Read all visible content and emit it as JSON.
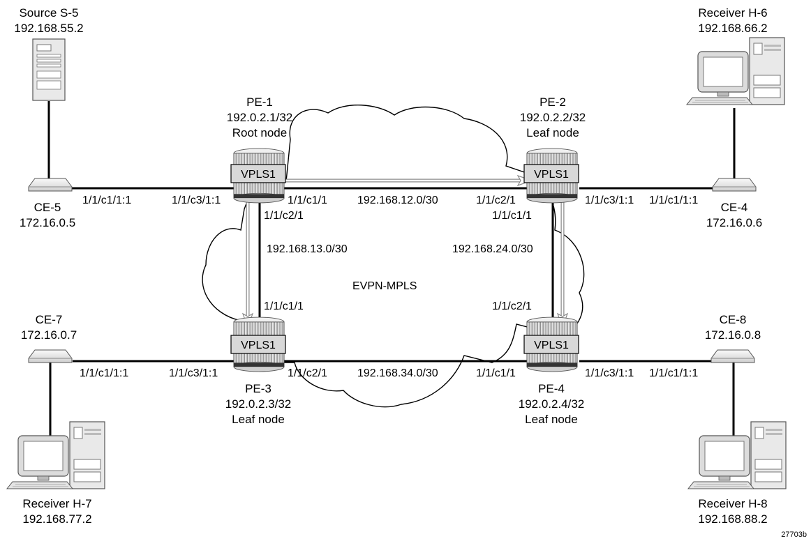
{
  "figure_id": "27703b",
  "cloud_label": "EVPN-MPLS",
  "nodes": {
    "source": {
      "line1": "Source S-5",
      "line2": "192.168.55.2",
      "icon": "server-icon"
    },
    "h6": {
      "line1": "Receiver H-6",
      "line2": "192.168.66.2",
      "icon": "workstation-icon"
    },
    "h7": {
      "line1": "Receiver H-7",
      "line2": "192.168.77.2",
      "icon": "workstation-icon"
    },
    "h8": {
      "line1": "Receiver H-8",
      "line2": "192.168.88.2",
      "icon": "workstation-icon"
    },
    "ce5": {
      "line1": "CE-5",
      "line2": "172.16.0.5",
      "icon": "switch-icon"
    },
    "ce4": {
      "line1": "CE-4",
      "line2": "172.16.0.6",
      "icon": "switch-icon"
    },
    "ce7": {
      "line1": "CE-7",
      "line2": "172.16.0.7",
      "icon": "switch-icon"
    },
    "ce8": {
      "line1": "CE-8",
      "line2": "172.16.0.8",
      "icon": "switch-icon"
    },
    "pe1": {
      "line1": "PE-1",
      "line2": "192.0.2.1/32",
      "line3": "Root node",
      "service": "VPLS1",
      "icon": "router-icon"
    },
    "pe2": {
      "line1": "PE-2",
      "line2": "192.0.2.2/32",
      "line3": "Leaf node",
      "service": "VPLS1",
      "icon": "router-icon"
    },
    "pe3": {
      "line1": "PE-3",
      "line2": "192.0.2.3/32",
      "line3": "Leaf node",
      "service": "VPLS1",
      "icon": "router-icon"
    },
    "pe4": {
      "line1": "PE-4",
      "line2": "192.0.2.4/32",
      "line3": "Leaf node",
      "service": "VPLS1",
      "icon": "router-icon"
    }
  },
  "ports": {
    "ce5_pe1_ce": "1/1/c1/1:1",
    "ce5_pe1_pe": "1/1/c3/1:1",
    "pe1_pe2_a": "1/1/c1/1",
    "pe1_pe2_b": "1/1/c2/1",
    "pe2_ce4_pe": "1/1/c3/1:1",
    "pe2_ce4_ce": "1/1/c1/1:1",
    "pe1_pe3_a": "1/1/c2/1",
    "pe1_pe3_b": "1/1/c1/1",
    "pe2_pe4_a": "1/1/c1/1",
    "pe2_pe4_b": "1/1/c2/1",
    "ce7_pe3_ce": "1/1/c1/1:1",
    "ce7_pe3_pe": "1/1/c3/1:1",
    "pe3_pe4_a": "1/1/c2/1",
    "pe3_pe4_b": "1/1/c1/1",
    "pe4_ce8_pe": "1/1/c3/1:1",
    "pe4_ce8_ce": "1/1/c1/1:1"
  },
  "subnets": {
    "pe1_pe2": "192.168.12.0/30",
    "pe1_pe3": "192.168.13.0/30",
    "pe2_pe4": "192.168.24.0/30",
    "pe3_pe4": "192.168.34.0/30"
  }
}
